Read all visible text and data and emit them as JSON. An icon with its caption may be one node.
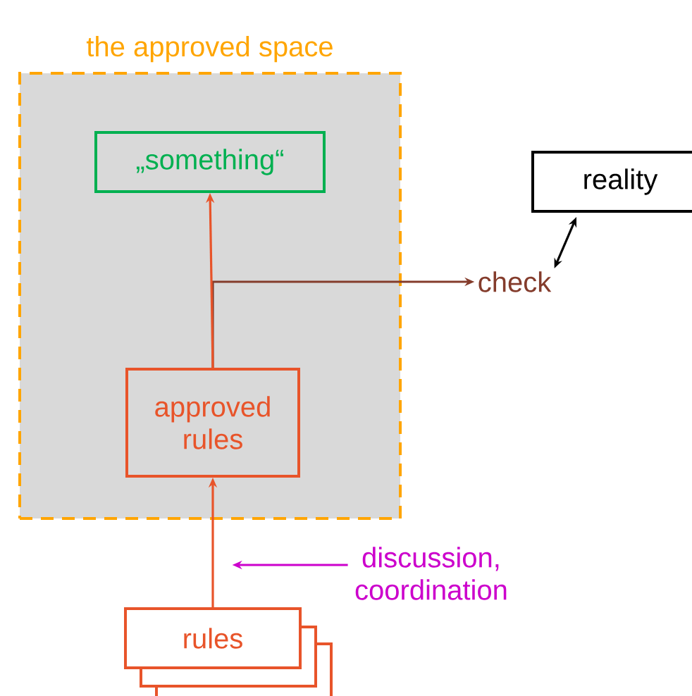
{
  "diagram": {
    "nodes": [
      {
        "text": [
          "the approved space"
        ]
      },
      {
        "text": [
          "„something“"
        ],
        "in": 0
      },
      {
        "text": [
          "approved rules"
        ],
        "in": 0
      },
      {
        "text": [
          "rules"
        ]
      },
      {
        "text": [
          "check"
        ]
      },
      {
        "text": [
          "reality"
        ]
      },
      {
        "text": [
          "discussion, coordination"
        ]
      }
    ],
    "edges": [
      {
        "from": 3,
        "to": 2,
        "arrow": "to"
      },
      {
        "from": 2,
        "to": 1,
        "arrow": "to"
      },
      {
        "from": 2,
        "to": 4,
        "arrow": "to",
        "color": "#843c2c"
      },
      {
        "from": 4,
        "to": 5,
        "arrow": "both",
        "color": "#000000"
      },
      {
        "from": 6,
        "to": null,
        "arrow": "to",
        "color": "#cc00cc"
      }
    ]
  }
}
